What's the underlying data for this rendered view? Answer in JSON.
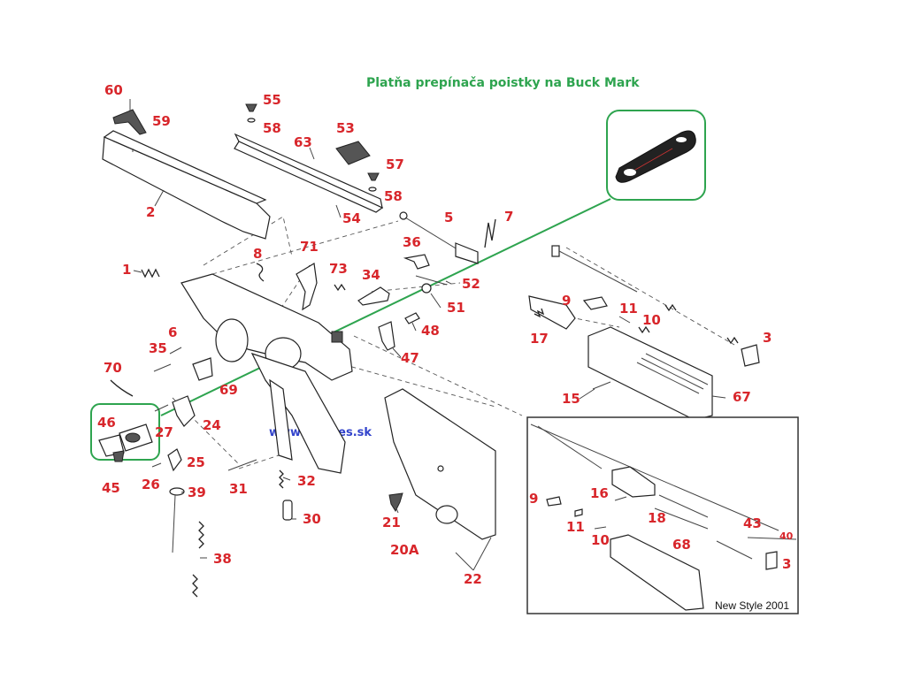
{
  "diagram": {
    "title": "Platňa prepínača poistky na Buck Mark",
    "website": "www.hermes.sk",
    "inset_caption": "New Style 2001",
    "part_numbers": {
      "p60": "60",
      "p59": "59",
      "p2": "2",
      "p55": "55",
      "p58a": "58",
      "p63": "63",
      "p53": "53",
      "p57": "57",
      "p58b": "58",
      "p54": "54",
      "p5": "5",
      "p7": "7",
      "p36": "36",
      "p71": "71",
      "p73": "73",
      "p8": "8",
      "p1": "1",
      "p34": "34",
      "p52": "52",
      "p51": "51",
      "p48": "48",
      "p6": "6",
      "p35": "35",
      "p47": "47",
      "p70": "70",
      "p69": "69",
      "p46": "46",
      "p27": "27",
      "p24": "24",
      "p25": "25",
      "p45": "45",
      "p26": "26",
      "p39": "39",
      "p31": "31",
      "p32": "32",
      "p30": "30",
      "p38": "38",
      "p21": "21",
      "p20A": "20A",
      "p22": "22",
      "p9": "9",
      "p11": "11",
      "p10": "10",
      "p17": "17",
      "p3": "3",
      "p15": "15",
      "p67": "67",
      "i9": "9",
      "i16": "16",
      "i18": "18",
      "i11": "11",
      "i10": "10",
      "i43": "43",
      "i40": "40",
      "i3": "3",
      "i68": "68"
    },
    "highlight_color": "#2ea44f",
    "label_color": "#d8262b"
  }
}
